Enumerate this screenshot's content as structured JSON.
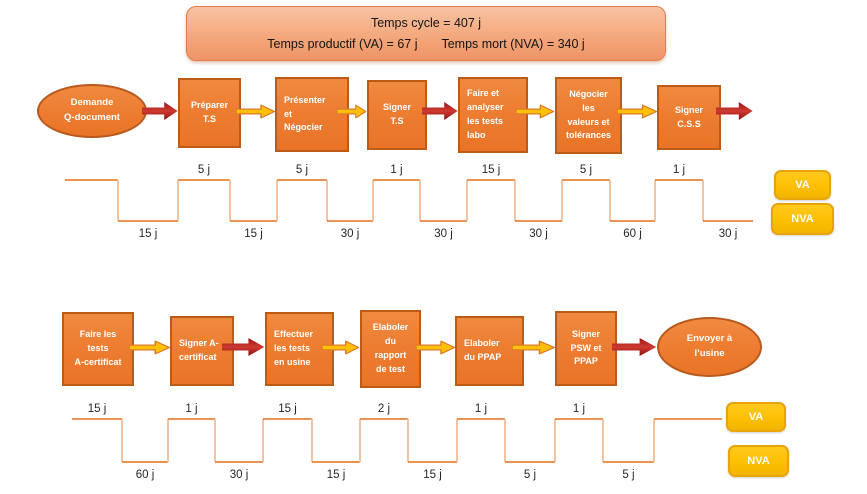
{
  "banner": {
    "line1": "Temps cycle = 407 j",
    "line2a": "Temps productif (VA) = 67 j",
    "line2b": "Temps mort (NVA) = 340 j"
  },
  "flow1": {
    "start": "Demande\nQ-document",
    "steps": [
      "Préparer\nT.S",
      "Présenter\net\nNégocier",
      "Signer\nT.S",
      "Faire et\nanalyser\nles tests\nlabo",
      "Négocier\nles\nvaleurs et\ntolérances",
      "Signer\nC.S.S"
    ]
  },
  "flow2": {
    "steps": [
      "Faire les\ntests\nA-certificat",
      "Signer A-\ncertificat",
      "Effectuer\nles tests\nen usine",
      "Elaboler\ndu\nrapport\nde test",
      "Elaboler\ndu PPAP",
      "Signer\nPSW et\nPPAP"
    ],
    "end": "Envoyer à\nl’usine"
  },
  "timeline1": {
    "segments": [
      {
        "level": "high",
        "label": ""
      },
      {
        "level": "low",
        "label": "15 j"
      },
      {
        "level": "high",
        "label": "5 j"
      },
      {
        "level": "low",
        "label": "15 j"
      },
      {
        "level": "high",
        "label": "5 j"
      },
      {
        "level": "low",
        "label": "30 j"
      },
      {
        "level": "high",
        "label": "1 j"
      },
      {
        "level": "low",
        "label": "30 j"
      },
      {
        "level": "high",
        "label": "15 j"
      },
      {
        "level": "low",
        "label": "30 j"
      },
      {
        "level": "high",
        "label": "5 j"
      },
      {
        "level": "low",
        "label": "60 j"
      },
      {
        "level": "high",
        "label": "1 j"
      },
      {
        "level": "low",
        "label": "30 j"
      }
    ]
  },
  "timeline2": {
    "segments": [
      {
        "level": "high",
        "label": "15 j"
      },
      {
        "level": "low",
        "label": "60 j"
      },
      {
        "level": "high",
        "label": "1 j"
      },
      {
        "level": "low",
        "label": "30 j"
      },
      {
        "level": "high",
        "label": "15 j"
      },
      {
        "level": "low",
        "label": "15 j"
      },
      {
        "level": "high",
        "label": "2 j"
      },
      {
        "level": "low",
        "label": "15 j"
      },
      {
        "level": "high",
        "label": "1 j"
      },
      {
        "level": "low",
        "label": "5 j"
      },
      {
        "level": "high",
        "label": "1 j"
      },
      {
        "level": "low",
        "label": "5 j"
      },
      {
        "level": "high",
        "label": ""
      }
    ]
  },
  "legend1": {
    "va": "VA",
    "nva": "NVA"
  },
  "legend2": {
    "va": "VA",
    "nva": "NVA"
  },
  "colors": {
    "box_fill": "#ED7D31",
    "box_border": "#BC5A17",
    "banner_fill": "#F4A87C",
    "banner_border": "#E37C4A",
    "legend_fill": "#FDBF02",
    "legend_border": "#E8A409",
    "arrow_yellow": "#FFC008",
    "arrow_yellow_border": "#DD7A28",
    "arrow_red": "#B01815",
    "wave_line": "#E8823C",
    "wave_edge": "#F3BD97",
    "label_text": "#262626"
  }
}
